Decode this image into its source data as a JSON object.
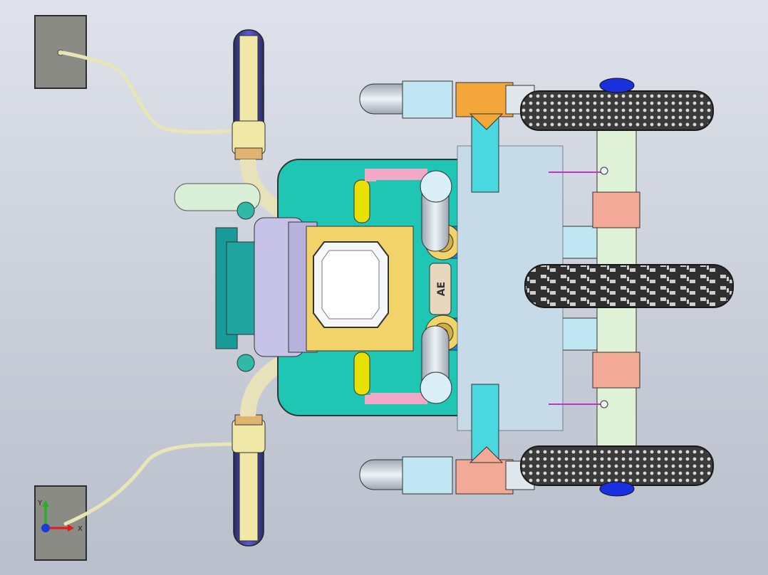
{
  "viewport": {
    "background_top": "#dfe2ea",
    "background_bottom": "#b9bfcb"
  },
  "model": {
    "badge_text": "AE",
    "colors": {
      "tank": "#20c6b4",
      "yellow": "#f1d36a",
      "blue": "#1f86cf",
      "pink": "#f3a9c6",
      "light_blue": "#bfe6f2",
      "orange": "#f3a63a",
      "salmon": "#f2a996",
      "tire": "#3f3f3f",
      "cyan": "#49d7e0",
      "gray_box": "#8b8b86"
    }
  },
  "triad": {
    "x_label": "X",
    "y_label": "Y",
    "x_color": "#e21b1b",
    "y_color": "#1fb31f",
    "z_color": "#1c3ad6"
  }
}
